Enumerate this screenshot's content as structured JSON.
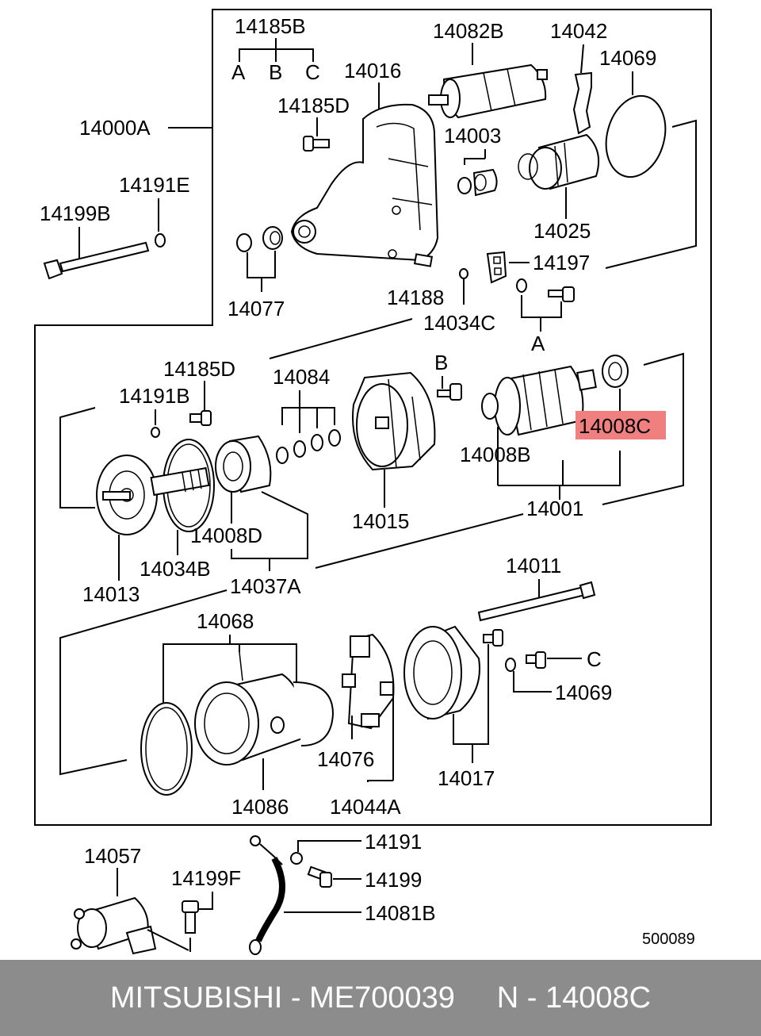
{
  "labels": {
    "l14185B": "14185B",
    "lA": "A",
    "lB": "B",
    "lC": "C",
    "l14016": "14016",
    "l14082B": "14082B",
    "l14042": "14042",
    "l14069top": "14069",
    "l14185D": "14185D",
    "l14000A": "14000A",
    "l14003": "14003",
    "l14191E": "14191E",
    "l14199B": "14199B",
    "l14025": "14025",
    "l14197": "14197",
    "l14077": "14077",
    "l14188": "14188",
    "l14034C": "14034C",
    "lAbolt": "A",
    "l14185D2": "14185D",
    "l14084": "14084",
    "lBbolt": "B",
    "l14191B": "14191B",
    "l14008C": "14008C",
    "l14008B": "14008B",
    "l14015": "14015",
    "l14001": "14001",
    "l14008D": "14008D",
    "l14034B": "14034B",
    "l14013": "14013",
    "l14037A": "14037A",
    "l14011": "14011",
    "l14068": "14068",
    "lCbolt": "C",
    "l14069b": "14069",
    "l14076": "14076",
    "l14017": "14017",
    "l14086": "14086",
    "l14044A": "14044A",
    "l14057": "14057",
    "l14191": "14191",
    "l14199F": "14199F",
    "l14199": "14199",
    "l14081B": "14081B",
    "l500089": "500089"
  },
  "highlight_color": "#f08080",
  "footer": {
    "brand": "MITSUBISHI",
    "separator": " - ",
    "part_number": "ME700039",
    "ref_prefix": "N - ",
    "ref": "14008C"
  }
}
